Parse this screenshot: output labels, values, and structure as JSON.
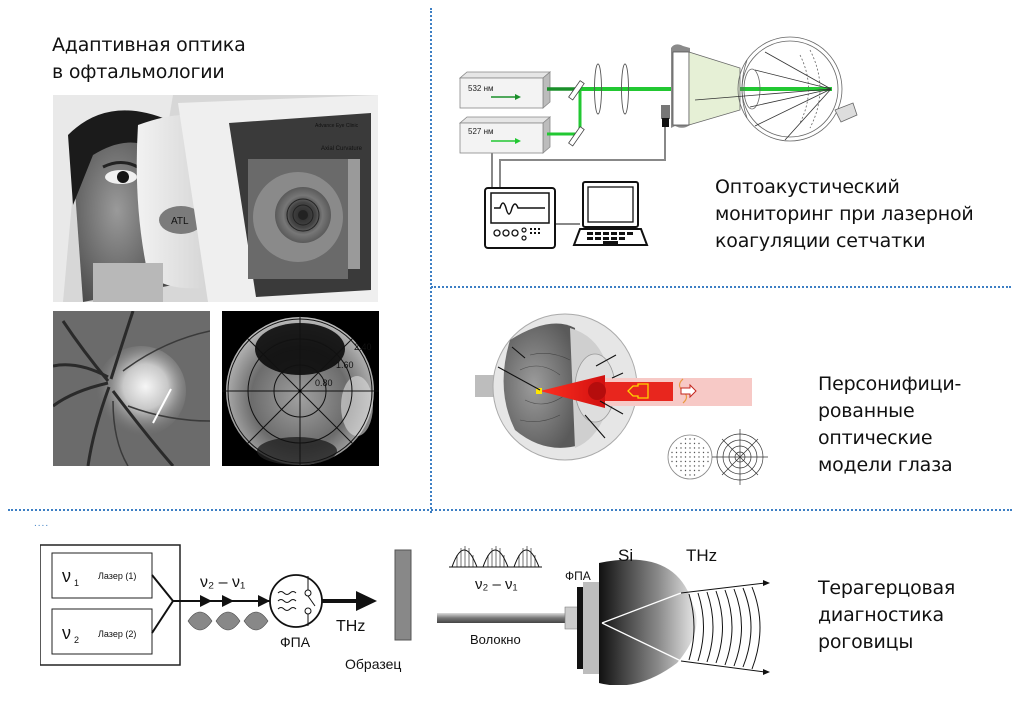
{
  "slide": {
    "accent_color": "#3d7fc4",
    "ellipsis_marker": "...."
  },
  "panels": {
    "adaptive_optics": {
      "caption": "Адаптивная оптика\nв офтальмологии",
      "photo_screen_texts": [
        "Advance Eye Clinic",
        "Axial Curvature"
      ],
      "photo_device_label": "ATL",
      "map_ring_labels": [
        "2.40",
        "1.60",
        "0.80"
      ]
    },
    "optoacoustic": {
      "caption": "Оптоакустический\nмониторинг при лазерной\nкоагуляции сетчатки",
      "laser_1_label": "532 нм",
      "laser_2_label": "527 нм",
      "beam_color": "#22c832",
      "beam_dark_color": "#1a8f2a"
    },
    "eye_models": {
      "caption": "Персонифици-\nрованные\nоптические\nмодели глаза",
      "beam_color": "#e8261e",
      "beam_light_color": "#f7c9c6"
    },
    "terahertz": {
      "caption": "Терагерцовая\nдиагностика\nроговицы",
      "laser_1_symbol": "ν",
      "laser_1_sub": "1",
      "laser_1_label": "Лазер (1)",
      "laser_2_symbol": "ν",
      "laser_2_sub": "2",
      "laser_2_label": "Лазер (2)",
      "beat_label_left": "ν₂ – ν₁",
      "pca_label_left": "ФПА",
      "thz_label_left": "THz",
      "sample_label": "Образец",
      "beat_label_right": "ν₂ – ν₁",
      "pca_label_right": "ФПА",
      "si_label": "Si",
      "thz_label_right": "THz",
      "fiber_label": "Волокно"
    }
  }
}
